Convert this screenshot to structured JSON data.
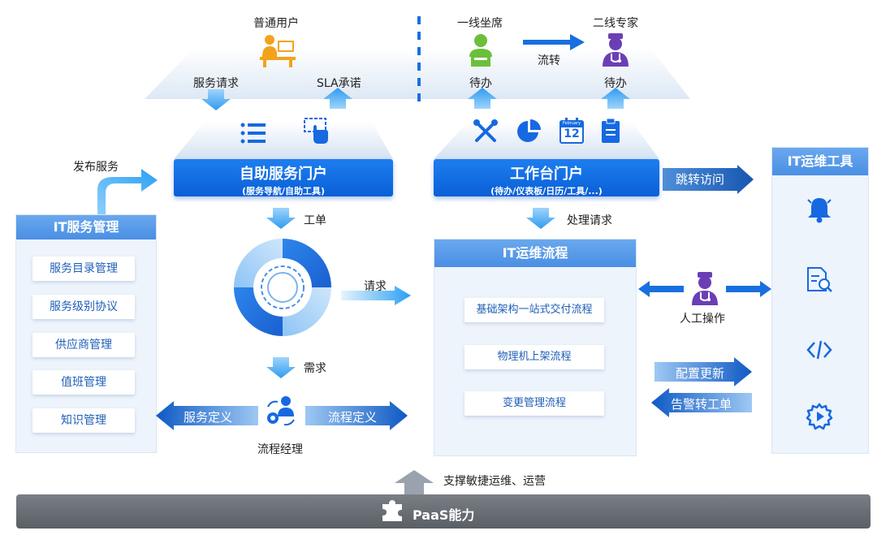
{
  "top": {
    "user_label": "普通用户",
    "service_request": "服务请求",
    "sla": "SLA承诺",
    "agent1_label": "一线坐席",
    "agent2_label": "二线专家",
    "transfer": "流转",
    "todo1": "待办",
    "todo2": "待办"
  },
  "left_arrow": {
    "label": "发布服务"
  },
  "self_portal": {
    "title": "自助服务门户",
    "subtitle": "(服务导航/自助工具)"
  },
  "work_portal": {
    "title": "工作台门户",
    "subtitle": "(待办/仪表板/日历/工具/...)"
  },
  "jump": {
    "label": "跳转访问"
  },
  "itsm": {
    "title": "IT服务管理",
    "items": [
      "服务目录管理",
      "服务级别协议",
      "供应商管理",
      "值班管理",
      "知识管理"
    ]
  },
  "center": {
    "ticket": "工单",
    "request": "请求",
    "demand": "需求",
    "manager": "流程经理",
    "service_def": "服务定义",
    "process_def": "流程定义"
  },
  "itops": {
    "handle": "处理请求",
    "title": "IT运维流程",
    "items": [
      "基础架构一站式交付流程",
      "物理机上架流程",
      "变更管理流程"
    ]
  },
  "manual": {
    "label": "人工操作"
  },
  "config": {
    "label": "配置更新"
  },
  "alarm": {
    "label": "告警转工单"
  },
  "tools": {
    "title": "IT运维工具"
  },
  "calendar": {
    "month": "February",
    "day": "12"
  },
  "bottom": {
    "support": "支撑敏捷运维、运营",
    "paas": "PaaS能力"
  },
  "colors": {
    "primary": "#0a5fd6",
    "panel_head": "#4a8fe4",
    "panel_bg": "#eef4fb",
    "agent_green": "#6bbf3a",
    "expert_purple": "#6a3fb5",
    "user_orange": "#f3a21c"
  }
}
